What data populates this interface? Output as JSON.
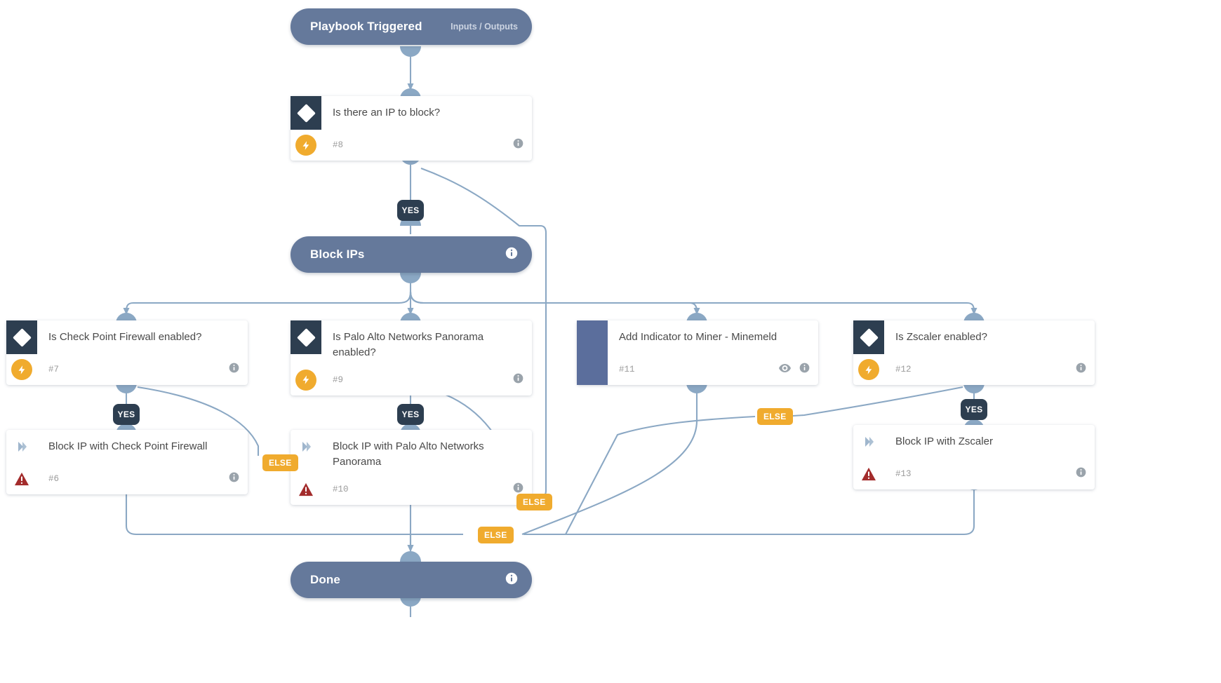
{
  "diagram": {
    "type": "playbook-workflow",
    "title": "Block IP playbook",
    "colors": {
      "pill": "#65799b",
      "condition_icon_bg": "#2d3e50",
      "subplaybook_icon_bg": "#5b6e9c",
      "edge": "#8ba8c4",
      "yes_badge": "#2d3e50",
      "else_badge": "#f0ab2e",
      "bolt_badge": "#f0ab2e",
      "warning_icon": "#a32c2c",
      "card_bg": "#ffffff",
      "title_text": "#4a4a4a",
      "task_num_text": "#9b9b9b"
    }
  },
  "nodes": {
    "start": {
      "label": "Playbook Triggered",
      "io_label": "Inputs / Outputs",
      "kind": "start"
    },
    "cond_ip": {
      "label": "Is there an IP to block?",
      "number": "#8",
      "kind": "condition"
    },
    "section_block": {
      "label": "Block IPs",
      "kind": "section"
    },
    "cond_checkpoint": {
      "label": "Is Check Point Firewall enabled?",
      "number": "#7",
      "kind": "condition"
    },
    "cond_panorama": {
      "label": "Is Palo Alto Networks Panorama enabled?",
      "number": "#9",
      "kind": "condition"
    },
    "sub_minemeld": {
      "label": "Add Indicator to Miner - Minemeld",
      "number": "#11",
      "kind": "subplaybook"
    },
    "cond_zscaler": {
      "label": "Is Zscaler enabled?",
      "number": "#12",
      "kind": "condition"
    },
    "task_checkpoint": {
      "label": "Block IP with Check Point Firewall",
      "number": "#6",
      "kind": "action"
    },
    "task_panorama": {
      "label": "Block IP with Palo Alto Networks Panorama",
      "number": "#10",
      "kind": "action"
    },
    "task_zscaler": {
      "label": "Block IP with Zscaler",
      "number": "#13",
      "kind": "action"
    },
    "done": {
      "label": "Done",
      "kind": "end"
    }
  },
  "edge_labels": {
    "yes_ip": "YES",
    "yes_checkpoint": "YES",
    "yes_panorama": "YES",
    "yes_zscaler": "YES",
    "else_checkpoint": "ELSE",
    "else_panorama": "ELSE",
    "else_minemeld": "ELSE",
    "else_zscaler": "ELSE"
  },
  "icons": {
    "condition": "diamond-icon",
    "subplaybook": "book-icon",
    "action": "chevron-right-icon",
    "bolt": "lightning-bolt-icon",
    "warning": "warning-triangle-icon",
    "info": "info-circle-icon",
    "eye": "eye-icon"
  }
}
